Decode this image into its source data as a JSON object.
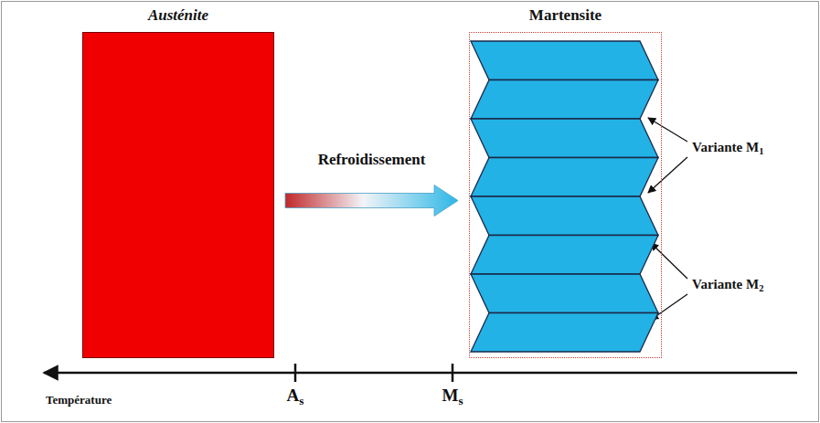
{
  "diagram": {
    "nodes": [
      {
        "text": [
          "Austénite"
        ]
      },
      {
        "text": [
          "Martensite"
        ]
      }
    ],
    "edges": [
      {
        "from": 0,
        "to": 1,
        "label": "Refroidissement",
        "arrow": "to"
      }
    ],
    "labels": [
      "Variante M1",
      "Variante M2",
      "Température",
      "As",
      "Ms"
    ]
  }
}
